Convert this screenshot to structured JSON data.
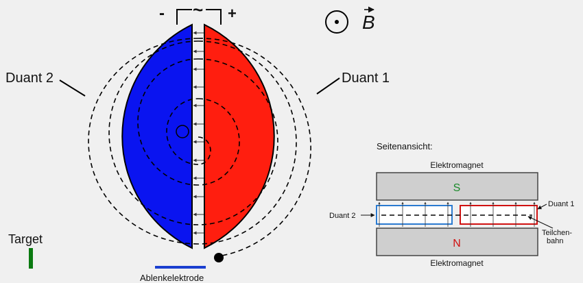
{
  "colors": {
    "background": "#f0f0f0",
    "duant1": "#ff1e0f",
    "duant2": "#0a14f0",
    "target": "#0a7a10",
    "electrode": "#1a3fd0",
    "magnet_fill": "#cfcfcf",
    "north_pole": "#d01010",
    "south_pole": "#1a8a2a",
    "side_duant1": "#d01010",
    "side_duant2": "#2a7ad0"
  },
  "main": {
    "minus_label": "-",
    "plus_label": "+",
    "ac_symbol": "~",
    "field_symbol": "B",
    "duant1_label": "Duant 1",
    "duant2_label": "Duant 2",
    "target_label": "Target",
    "electrode_label": "Ablenkelektrode"
  },
  "side_view": {
    "title": "Seitenansicht:",
    "magnet_top_label": "Elektromagnet",
    "magnet_bottom_label": "Elektromagnet",
    "south_label": "S",
    "north_label": "N",
    "duant1_label": "Duant 1",
    "duant2_label": "Duant 2",
    "path_label_line1": "Teilchen-",
    "path_label_line2": "bahn"
  }
}
